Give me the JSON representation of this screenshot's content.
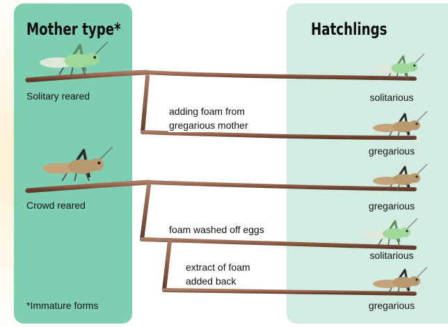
{
  "headers": {
    "mother": "Mother type*",
    "hatchlings": "Hatchlings"
  },
  "mothers": [
    {
      "label": "Solitary reared",
      "phase": "solitarious"
    },
    {
      "label": "Crowd reared",
      "phase": "gregarious"
    }
  ],
  "branch_notes": {
    "foam_added_line1": "adding foam from",
    "foam_added_line2": "gregarious mother",
    "foam_washed": "foam washed off eggs",
    "extract_line1": "extract of foam",
    "extract_line2": "added back"
  },
  "hatchlings": [
    {
      "label": "solitarious",
      "phase": "solitarious"
    },
    {
      "label": "gregarious",
      "phase": "gregarious"
    },
    {
      "label": "gregarious",
      "phase": "gregarious"
    },
    {
      "label": "solitarious",
      "phase": "solitarious"
    },
    {
      "label": "gregarious",
      "phase": "gregarious"
    }
  ],
  "footnote": "*Immature forms",
  "colors": {
    "left_panel": "#7ecfb2",
    "right_panel": "#d2ece2",
    "twig": "#8a5a45",
    "solitarious_body": "#9fd89a",
    "gregarious_body": "#b89a6e"
  }
}
